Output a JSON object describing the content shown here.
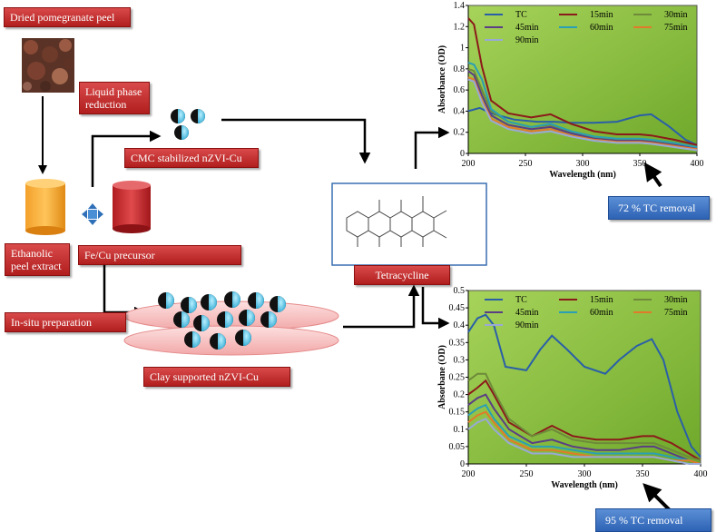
{
  "labels": {
    "dried_peel": "Dried pomegranate peel",
    "liquid_phase": "Liquid phase reduction",
    "cmc": "CMC  stabilized nZVI-Cu",
    "ethanolic": "Ethanolic peel extract",
    "precursor": "Fe/Cu precursor",
    "insitu": "In-situ  preparation",
    "clay": "Clay supported nZVI-Cu",
    "tetracycline": "Tetracycline",
    "removal_top": "72 % TC removal",
    "removal_bottom": "95 % TC removal"
  },
  "colors": {
    "label_red": "#c0282a",
    "label_blue": "#3a72c4",
    "plot_green": "#8fc43a",
    "cylinder_orange": "#f5a623",
    "cylinder_red": "#c8262b",
    "particle_blue": "#5ec8e6"
  },
  "chart_data": [
    {
      "type": "line",
      "xlabel": "Wavelength (nm)",
      "ylabel": "Absorbance (OD)",
      "xlim": [
        200,
        400
      ],
      "ylim": [
        0,
        1.4
      ],
      "xticks": [
        200,
        250,
        300,
        350,
        400
      ],
      "yticks": [
        0,
        0.2,
        0.4,
        0.6,
        0.8,
        1,
        1.2,
        1.4
      ],
      "legend": "top",
      "series": [
        {
          "name": "TC",
          "color": "#2a5fa8",
          "x": [
            200,
            210,
            220,
            240,
            260,
            275,
            290,
            310,
            330,
            350,
            360,
            375,
            390,
            400
          ],
          "values": [
            0.4,
            0.43,
            0.38,
            0.32,
            0.3,
            0.3,
            0.29,
            0.29,
            0.3,
            0.36,
            0.37,
            0.26,
            0.13,
            0.08
          ]
        },
        {
          "name": "15min",
          "color": "#8b1a1a",
          "x": [
            200,
            205,
            212,
            220,
            235,
            255,
            272,
            290,
            310,
            330,
            350,
            360,
            380,
            400
          ],
          "values": [
            1.28,
            1.22,
            0.82,
            0.5,
            0.38,
            0.34,
            0.37,
            0.28,
            0.21,
            0.18,
            0.18,
            0.17,
            0.13,
            0.08
          ]
        },
        {
          "name": "30min",
          "color": "#6e8a3a",
          "x": [
            200,
            205,
            212,
            220,
            235,
            255,
            272,
            290,
            310,
            330,
            350,
            360,
            380,
            400
          ],
          "values": [
            0.8,
            0.78,
            0.6,
            0.4,
            0.3,
            0.25,
            0.27,
            0.2,
            0.15,
            0.13,
            0.13,
            0.12,
            0.09,
            0.05
          ]
        },
        {
          "name": "45min",
          "color": "#5a3f85",
          "x": [
            200,
            205,
            212,
            220,
            235,
            255,
            272,
            290,
            310,
            330,
            350,
            360,
            380,
            400
          ],
          "values": [
            0.78,
            0.74,
            0.55,
            0.36,
            0.27,
            0.23,
            0.25,
            0.19,
            0.14,
            0.12,
            0.12,
            0.11,
            0.08,
            0.05
          ]
        },
        {
          "name": "60min",
          "color": "#2a9fb5",
          "x": [
            200,
            205,
            212,
            220,
            235,
            255,
            272,
            290,
            310,
            330,
            350,
            360,
            380,
            400
          ],
          "values": [
            0.86,
            0.84,
            0.7,
            0.42,
            0.3,
            0.25,
            0.28,
            0.21,
            0.16,
            0.14,
            0.14,
            0.13,
            0.1,
            0.06
          ]
        },
        {
          "name": "75min",
          "color": "#e07b2a",
          "x": [
            200,
            205,
            212,
            220,
            235,
            255,
            272,
            290,
            310,
            330,
            350,
            360,
            380,
            400
          ],
          "values": [
            0.72,
            0.7,
            0.5,
            0.33,
            0.25,
            0.21,
            0.23,
            0.17,
            0.13,
            0.11,
            0.11,
            0.1,
            0.07,
            0.04
          ]
        },
        {
          "name": "90min",
          "color": "#9aa9d6",
          "x": [
            200,
            205,
            212,
            220,
            235,
            255,
            272,
            290,
            310,
            330,
            350,
            360,
            380,
            400
          ],
          "values": [
            0.7,
            0.68,
            0.48,
            0.31,
            0.23,
            0.19,
            0.21,
            0.16,
            0.12,
            0.1,
            0.1,
            0.09,
            0.06,
            0.03
          ]
        }
      ]
    },
    {
      "type": "line",
      "xlabel": "Wavelength (nm)",
      "ylabel": "Absorbane (OD)",
      "xlim": [
        200,
        400
      ],
      "ylim": [
        0,
        0.5
      ],
      "xticks": [
        200,
        250,
        300,
        350,
        400
      ],
      "yticks": [
        0,
        0.05,
        0.1,
        0.15,
        0.2,
        0.25,
        0.3,
        0.35,
        0.4,
        0.45,
        0.5
      ],
      "legend": "top",
      "series": [
        {
          "name": "TC",
          "color": "#2a5fa8",
          "x": [
            200,
            208,
            215,
            222,
            232,
            250,
            262,
            272,
            285,
            300,
            318,
            330,
            345,
            358,
            368,
            380,
            392,
            400
          ],
          "values": [
            0.38,
            0.42,
            0.43,
            0.4,
            0.28,
            0.27,
            0.33,
            0.37,
            0.33,
            0.28,
            0.26,
            0.3,
            0.34,
            0.36,
            0.3,
            0.15,
            0.05,
            0.02
          ]
        },
        {
          "name": "15min",
          "color": "#8b1a1a",
          "x": [
            200,
            208,
            215,
            222,
            235,
            255,
            272,
            290,
            310,
            330,
            350,
            360,
            375,
            390,
            400
          ],
          "values": [
            0.2,
            0.22,
            0.24,
            0.2,
            0.12,
            0.08,
            0.11,
            0.08,
            0.07,
            0.07,
            0.08,
            0.08,
            0.06,
            0.03,
            0.01
          ]
        },
        {
          "name": "30min",
          "color": "#6e8a3a",
          "x": [
            200,
            208,
            215,
            222,
            235,
            255,
            272,
            290,
            310,
            330,
            350,
            360,
            375,
            390,
            400
          ],
          "values": [
            0.24,
            0.26,
            0.26,
            0.21,
            0.13,
            0.08,
            0.1,
            0.07,
            0.06,
            0.06,
            0.06,
            0.06,
            0.04,
            0.02,
            0.01
          ]
        },
        {
          "name": "45min",
          "color": "#5a3f85",
          "x": [
            200,
            208,
            215,
            222,
            235,
            255,
            272,
            290,
            310,
            330,
            350,
            360,
            375,
            390,
            400
          ],
          "values": [
            0.17,
            0.19,
            0.2,
            0.16,
            0.1,
            0.06,
            0.07,
            0.05,
            0.04,
            0.04,
            0.05,
            0.05,
            0.03,
            0.01,
            0.0
          ]
        },
        {
          "name": "60min",
          "color": "#2a9fb5",
          "x": [
            200,
            208,
            215,
            222,
            235,
            255,
            272,
            290,
            310,
            330,
            350,
            360,
            375,
            390,
            400
          ],
          "values": [
            0.14,
            0.16,
            0.17,
            0.13,
            0.08,
            0.05,
            0.05,
            0.04,
            0.03,
            0.03,
            0.03,
            0.03,
            0.02,
            0.01,
            0.0
          ]
        },
        {
          "name": "75min",
          "color": "#e07b2a",
          "x": [
            200,
            208,
            215,
            222,
            235,
            255,
            272,
            290,
            310,
            330,
            350,
            360,
            375,
            390,
            400
          ],
          "values": [
            0.12,
            0.14,
            0.15,
            0.12,
            0.07,
            0.04,
            0.04,
            0.03,
            0.02,
            0.02,
            0.02,
            0.02,
            0.01,
            0.01,
            0.0
          ]
        },
        {
          "name": "90min",
          "color": "#9aa9d6",
          "x": [
            200,
            208,
            215,
            222,
            235,
            255,
            272,
            290,
            310,
            330,
            350,
            360,
            375,
            390,
            400
          ],
          "values": [
            0.1,
            0.12,
            0.13,
            0.1,
            0.06,
            0.03,
            0.03,
            0.02,
            0.02,
            0.02,
            0.02,
            0.02,
            0.01,
            0.0,
            0.0
          ]
        }
      ]
    }
  ]
}
